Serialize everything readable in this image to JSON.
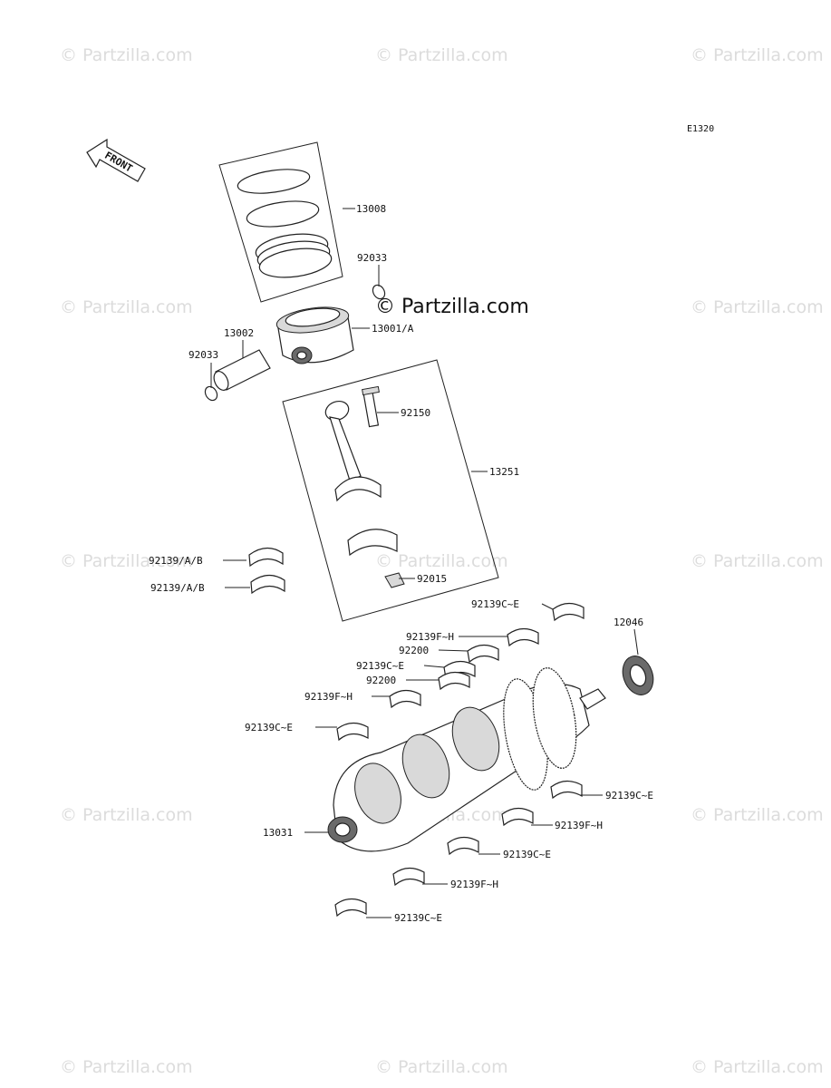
{
  "diagram_code": "E1320",
  "front_label": "FRONT",
  "watermark": "© Partzilla.com",
  "center_watermark": "© Partzilla.com",
  "callouts": [
    {
      "id": "13008",
      "text": "13008"
    },
    {
      "id": "92033a",
      "text": "92033"
    },
    {
      "id": "13001",
      "text": "13001/A"
    },
    {
      "id": "13002",
      "text": "13002"
    },
    {
      "id": "92033b",
      "text": "92033"
    },
    {
      "id": "92150",
      "text": "92150"
    },
    {
      "id": "13251",
      "text": "13251"
    },
    {
      "id": "92139ab1",
      "text": "92139/A/B"
    },
    {
      "id": "92139ab2",
      "text": "92139/A/B"
    },
    {
      "id": "92015",
      "text": "92015"
    },
    {
      "id": "12046",
      "text": "12046"
    },
    {
      "id": "m1",
      "text": "92139C~E"
    },
    {
      "id": "m2",
      "text": "92139F~H"
    },
    {
      "id": "m3",
      "text": "92200"
    },
    {
      "id": "m4",
      "text": "92139C~E"
    },
    {
      "id": "m5",
      "text": "92200"
    },
    {
      "id": "m6",
      "text": "92139F~H"
    },
    {
      "id": "m7",
      "text": "92139C~E"
    },
    {
      "id": "m8",
      "text": "13031"
    },
    {
      "id": "m9",
      "text": "92139C~E"
    },
    {
      "id": "m10",
      "text": "92139F~H"
    },
    {
      "id": "m11",
      "text": "92139C~E"
    },
    {
      "id": "m12",
      "text": "92139F~H"
    },
    {
      "id": "m13",
      "text": "92139C~E"
    }
  ]
}
